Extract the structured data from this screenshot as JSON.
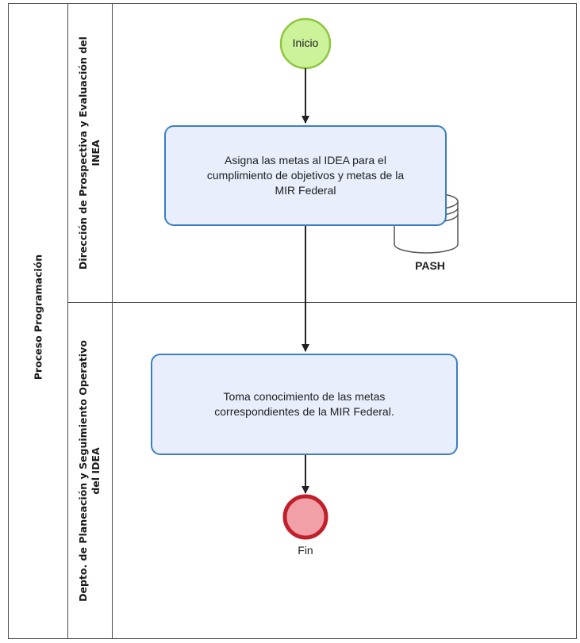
{
  "pool": {
    "title": "Proceso Programación"
  },
  "lanes": [
    {
      "title_line1": "Dirección de Prospectiva y Evaluación del",
      "title_line2": "INEA"
    },
    {
      "title_line1": "Depto. de Planeación y Seguimiento Operativo",
      "title_line2": "del IDEA"
    }
  ],
  "start_event": {
    "label": "Inicio"
  },
  "tasks": [
    {
      "text": "Asigna las metas al IDEA para el\ncumplimiento de objetivos y metas de la\nMIR Federal"
    },
    {
      "text": "Toma conocimiento de las metas\ncorrespondientes de la MIR Federal."
    }
  ],
  "data_store": {
    "label": "PASH"
  },
  "end_event": {
    "label": "Fin"
  },
  "colors": {
    "start_fill": "#ccf29a",
    "start_stroke": "#8dc63f",
    "end_fill": "#f0a0a6",
    "end_stroke": "#c0202c",
    "task_fill": "#e8eefb",
    "task_stroke": "#3a7fc4",
    "line": "#222222"
  }
}
